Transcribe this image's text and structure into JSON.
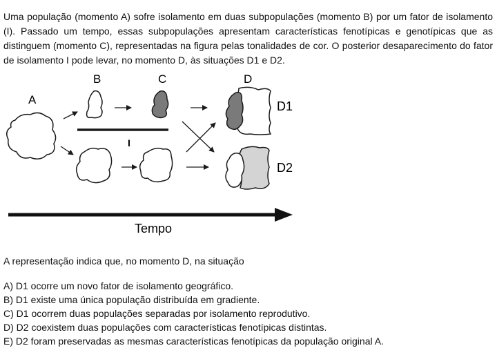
{
  "intro_text": "Uma população (momento A) sofre isolamento em duas subpopulações (momento B) por um fator de isolamento (I). Passado um tempo, essas subpopulações apresentam características fenotípicas e genotípicas que as distinguem (momento C), representadas na figura pelas tonalidades de cor. O posterior desaparecimento do fator de isolamento I pode levar, no momento D, às situações D1 e D2.",
  "figure": {
    "label_a": "A",
    "label_b": "B",
    "label_c": "C",
    "label_d": "D",
    "label_d1": "D1",
    "label_d2": "D2",
    "label_i": "I",
    "label_tempo": "Tempo",
    "colors": {
      "dark_gray": "#7a7a7a",
      "light_gray": "#d4d4d4",
      "stroke": "#1a1a1a"
    }
  },
  "question_text": "A representação indica que, no momento D, na situação",
  "options": [
    "A) D1 ocorre um novo fator de isolamento geográfico.",
    "B) D1 existe uma única população distribuída em gradiente.",
    "C) D1 ocorrem duas populações separadas por isolamento reprodutivo.",
    "D) D2 coexistem duas populações com características fenotípicas distintas.",
    "E) D2 foram preservadas as mesmas características fenotípicas da população original A."
  ]
}
